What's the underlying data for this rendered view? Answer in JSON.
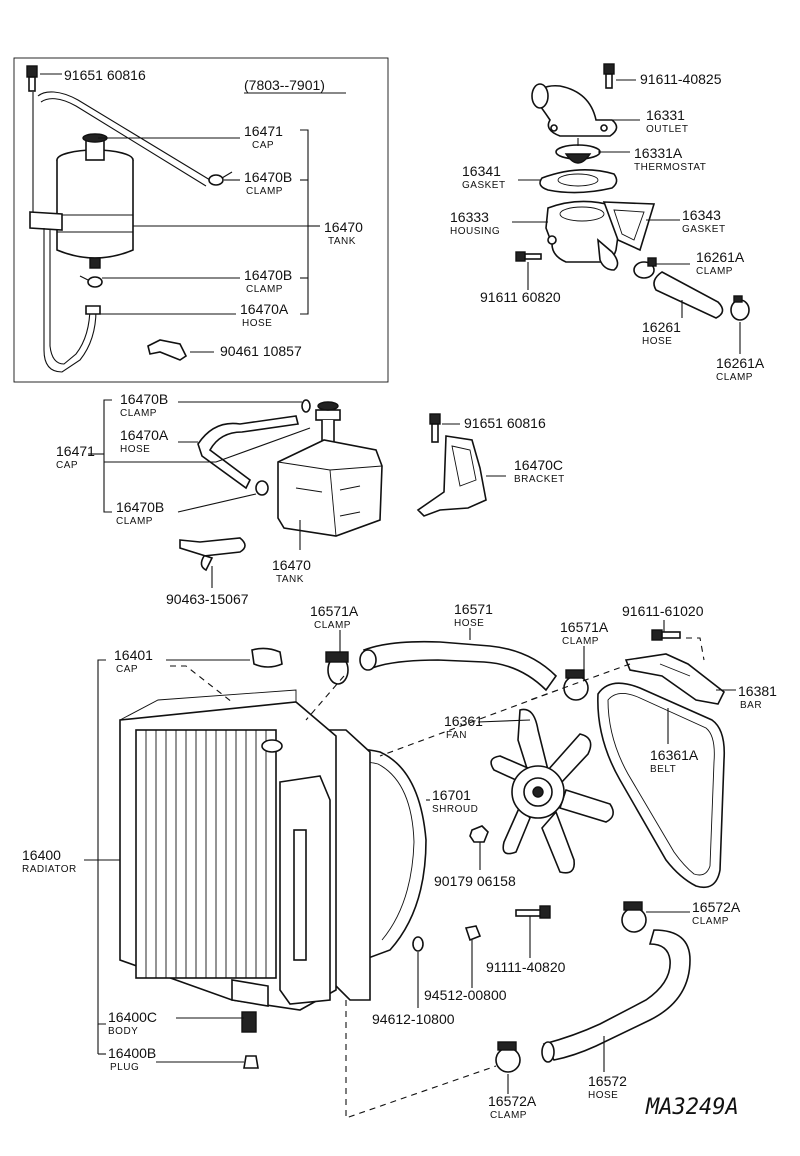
{
  "date_range": "(7803--7901)",
  "drawing_code": "MA3249A",
  "parts": [
    {
      "id": "bolt_top",
      "number": "91651 60816",
      "name": ""
    },
    {
      "id": "cap_a",
      "number": "16471",
      "name": "CAP"
    },
    {
      "id": "clamp_b1",
      "number": "16470B",
      "name": "CLAMP"
    },
    {
      "id": "tank_a",
      "number": "16470",
      "name": "TANK"
    },
    {
      "id": "clamp_b2",
      "number": "16470B",
      "name": "CLAMP"
    },
    {
      "id": "hose_a",
      "number": "16470A",
      "name": "HOSE"
    },
    {
      "id": "brk_a",
      "number": "90461 10857",
      "name": ""
    },
    {
      "id": "bolt_out",
      "number": "91611-40825",
      "name": ""
    },
    {
      "id": "outlet",
      "number": "16331",
      "name": "OUTLET"
    },
    {
      "id": "thermo",
      "number": "16331A",
      "name": "THERMOSTAT"
    },
    {
      "id": "gasket1",
      "number": "16341",
      "name": "GASKET"
    },
    {
      "id": "housing",
      "number": "16333",
      "name": "HOUSING"
    },
    {
      "id": "gasket2",
      "number": "16343",
      "name": "GASKET"
    },
    {
      "id": "clamp_h1",
      "number": "16261A",
      "name": "CLAMP"
    },
    {
      "id": "bolt_h",
      "number": "91611 60820",
      "name": ""
    },
    {
      "id": "hose_h",
      "number": "16261",
      "name": "HOSE"
    },
    {
      "id": "clamp_h2",
      "number": "16261A",
      "name": "CLAMP"
    },
    {
      "id": "clamp_b3",
      "number": "16470B",
      "name": "CLAMP"
    },
    {
      "id": "hose_b",
      "number": "16470A",
      "name": "HOSE"
    },
    {
      "id": "cap_b",
      "number": "16471",
      "name": "CAP"
    },
    {
      "id": "clamp_b4",
      "number": "16470B",
      "name": "CLAMP"
    },
    {
      "id": "bolt_mid",
      "number": "91651 60816",
      "name": ""
    },
    {
      "id": "bracket_c",
      "number": "16470C",
      "name": "BRACKET"
    },
    {
      "id": "tank_b",
      "number": "16470",
      "name": "TANK"
    },
    {
      "id": "strap",
      "number": "90463-15067",
      "name": ""
    },
    {
      "id": "clamp_u1",
      "number": "16571A",
      "name": "CLAMP"
    },
    {
      "id": "hose_u",
      "number": "16571",
      "name": "HOSE"
    },
    {
      "id": "clamp_u2",
      "number": "16571A",
      "name": "CLAMP"
    },
    {
      "id": "bolt_bar",
      "number": "91611-61020",
      "name": ""
    },
    {
      "id": "rad_cap",
      "number": "16401",
      "name": "CAP"
    },
    {
      "id": "bar",
      "number": "16381",
      "name": "BAR"
    },
    {
      "id": "fan",
      "number": "16361",
      "name": "FAN"
    },
    {
      "id": "belt",
      "number": "16361A",
      "name": "BELT"
    },
    {
      "id": "shroud",
      "number": "16701",
      "name": "SHROUD"
    },
    {
      "id": "radiator",
      "number": "16400",
      "name": "RADIATOR"
    },
    {
      "id": "nut",
      "number": "90179 06158",
      "name": ""
    },
    {
      "id": "clamp_l1",
      "number": "16572A",
      "name": "CLAMP"
    },
    {
      "id": "bolt_l",
      "number": "91111-40820",
      "name": ""
    },
    {
      "id": "washer1",
      "number": "94512-00800",
      "name": ""
    },
    {
      "id": "washer2",
      "number": "94612-10800",
      "name": ""
    },
    {
      "id": "body",
      "number": "16400C",
      "name": "BODY"
    },
    {
      "id": "plug",
      "number": "16400B",
      "name": "PLUG"
    },
    {
      "id": "hose_l",
      "number": "16572",
      "name": "HOSE"
    },
    {
      "id": "clamp_l2",
      "number": "16572A",
      "name": "CLAMP"
    }
  ]
}
